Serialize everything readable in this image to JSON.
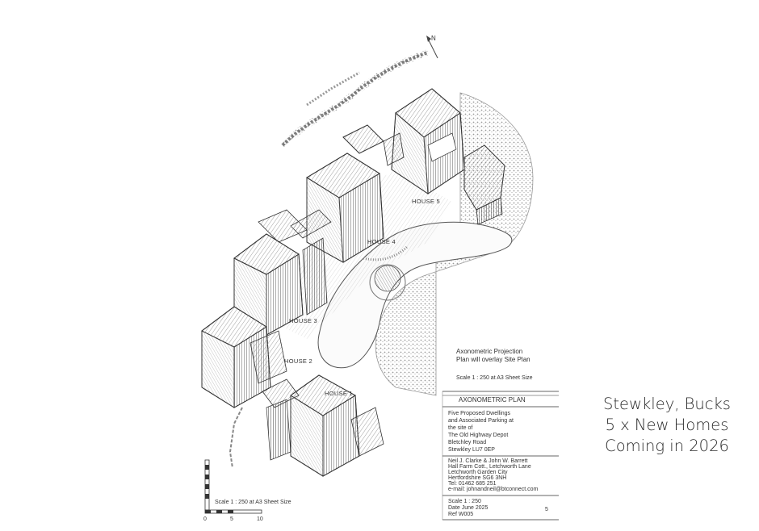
{
  "drawing": {
    "north_label": "N",
    "house_labels": [
      "HOUSE 5",
      "HOUSE 4",
      "HOUSE 3",
      "HOUSE 2",
      "HOUSE 1"
    ],
    "projection_note": [
      "Axonometric Projection",
      "Plan will overlay Site Plan"
    ],
    "scale_note": "Scale 1 : 250  at  A3  Sheet Size",
    "title_block": {
      "title": "AXONOMETRIC PLAN",
      "description": [
        "Five Proposed Dwellings",
        "and Associated Parking at",
        "the site of",
        "The Old Highway Depot",
        "Bletchley Road",
        "Stewkley LU7 0EP"
      ],
      "client": [
        "Neil J. Clarke & John W. Barrett",
        "Hall Farm Cott., Letchworth Lane",
        "Letchworth Garden City",
        "Hertfordshire SG6 3NH",
        "Tel: 01462 685 251",
        "e-mail: johnandneil@btconnect.com"
      ],
      "scale": "Scale 1 : 250",
      "date": "Date   June 2025",
      "ref": "Ref  W005",
      "sheet_number": "5"
    },
    "scale_bar": {
      "ticks": [
        "0",
        "5",
        "10"
      ],
      "caption": "Scale 1 : 250  at  A3 Sheet Size"
    }
  },
  "caption": {
    "lines": [
      "Stewkley, Bucks",
      "5 x New Homes",
      "Coming in 2026"
    ]
  }
}
